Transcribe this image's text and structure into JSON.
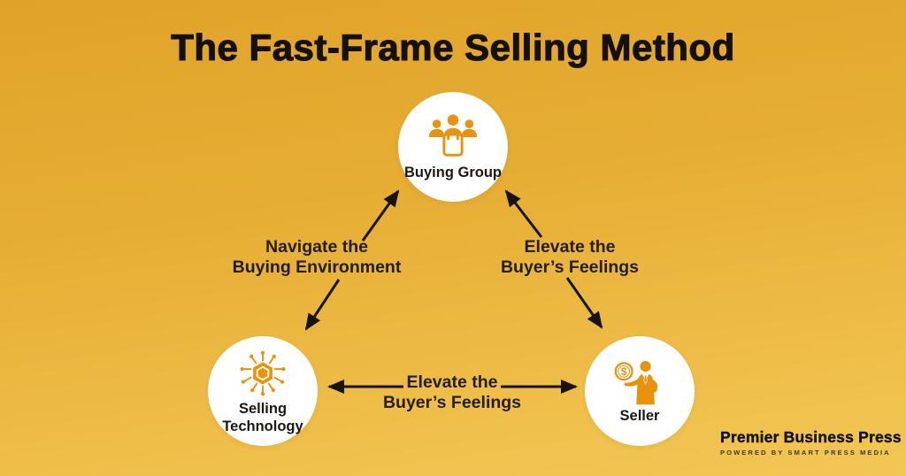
{
  "title": "The Fast-Frame Selling Method",
  "colors": {
    "background_top": "#e0a329",
    "background_bottom": "#f2c755",
    "node_circle": "#ffffff",
    "icon_orange": "#e8920e",
    "text_black": "#17130f"
  },
  "nodes": {
    "buying_group": {
      "label": "Buying Group",
      "icon": "buying-group-icon"
    },
    "selling_technology": {
      "label": "Selling Technology",
      "icon": "selling-technology-icon"
    },
    "seller": {
      "label": "Seller",
      "icon": "seller-icon",
      "coin_symbol": "$"
    }
  },
  "edges": {
    "left": {
      "from": "Selling Technology",
      "to": "Buying Group",
      "direction": "bidirectional",
      "line1": "Navigate the",
      "line2": "Buying Environment"
    },
    "right": {
      "from": "Seller",
      "to": "Buying Group",
      "direction": "bidirectional",
      "line1": "Elevate the",
      "line2": "Buyer’s Feelings"
    },
    "bottom": {
      "from": "Selling Technology",
      "to": "Seller",
      "direction": "bidirectional",
      "line1": "Elevate the",
      "line2": "Buyer’s Feelings"
    }
  },
  "footer": {
    "brand": "Premier Business Press",
    "tagline": "POWERED BY SMART PRESS MEDIA"
  }
}
